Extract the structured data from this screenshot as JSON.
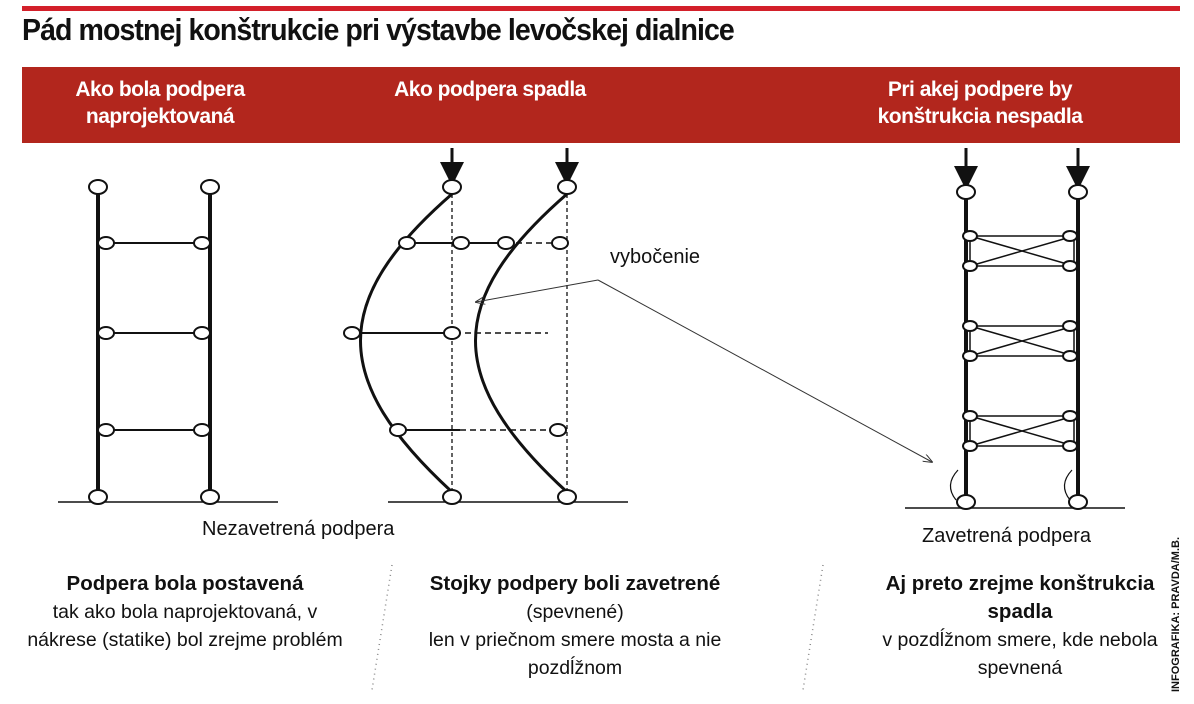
{
  "title": "Pád mostnej konštrukcie pri výstavbe levočskej dialnice",
  "headers": [
    "Ako bola podpera naprojektovaná",
    "Ako podpera spadla",
    "Pri akej podpere by konštrukcia nespadla"
  ],
  "diagram": {
    "buckling_label": "vybočenie",
    "caption_unbraced": "Nezavetrená podpera",
    "caption_braced": "Zavetrená podpera"
  },
  "columns": [
    {
      "bold": "Podpera bola postavená",
      "rest": "tak ako bola naprojektovaná, v nákrese (statike) bol zrejme problém"
    },
    {
      "bold": "Stojky podpery boli zavetrené",
      "rest_inline": " (spevnené)",
      "rest": "len v priečnom smere mosta a nie pozdĺžnom"
    },
    {
      "bold": "Aj preto zrejme konštrukcia spadla",
      "rest": "v pozdĺžnom smere, kde nebola spevnená"
    }
  ],
  "credit": "INFOGRAFIKA: PRAVDA/M.B.",
  "colors": {
    "accent": "#d3202a",
    "band": "#b2261d"
  }
}
